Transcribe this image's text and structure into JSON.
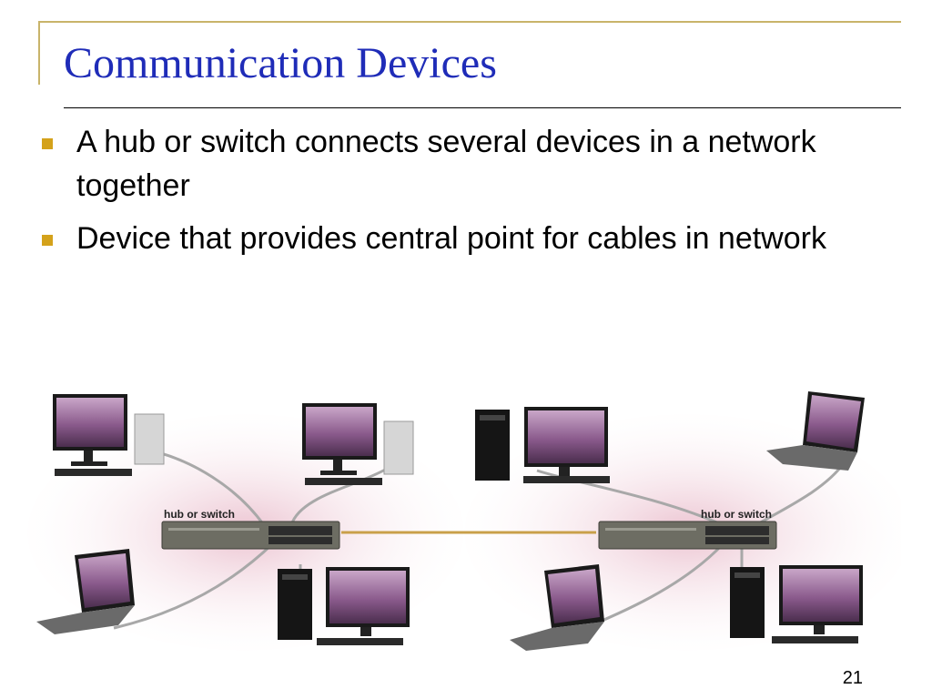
{
  "slide": {
    "title": "Communication Devices",
    "bullets": [
      "A hub or switch connects several devices in a network together",
      "Device that provides central point for cables in network"
    ],
    "page_number": "21"
  },
  "diagram": {
    "hub_labels": [
      "hub or switch",
      "hub or switch"
    ],
    "accent_color": "#d4a21b",
    "title_color": "#1f2cb8",
    "frame_color": "#c9b46a"
  }
}
